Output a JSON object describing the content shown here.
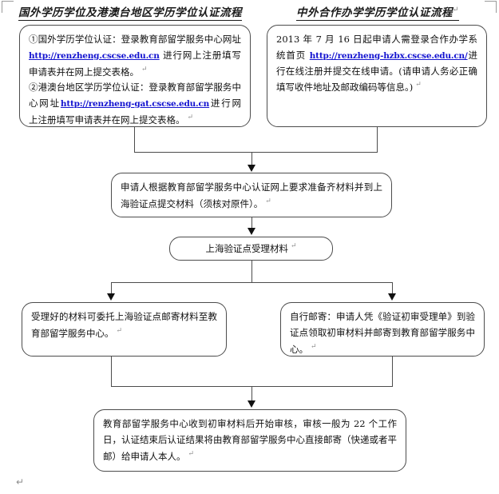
{
  "page": {
    "marks": {
      "pilcrow": "↵"
    }
  },
  "titles": {
    "left": "国外学历学位及港澳台地区学历学位认证流程",
    "right": "中外合作办学学历学位认证流程",
    "right_mark": "↵"
  },
  "nodes": {
    "overseas": {
      "name": "overseas-degree-registration",
      "line1_pre": "①国外学历学位认证：登录教育部留学服务中心网址 ",
      "link1": "http://renzheng.cscse.edu.cn",
      "line1_post": " 进行网上注册填写申请表并在网上提交表格。",
      "line1_mark": "↵",
      "line2_pre": "②港澳台地区学历学位认证：登录教育部留学服务中心网址",
      "link2": "http://renzheng-gat.cscse.edu.cn",
      "line2_post": "进行网上注册填写申请表并在网上提交表格。",
      "line2_mark": "↵"
    },
    "joint": {
      "name": "joint-program-registration",
      "pre": "2013 年 7 月 16 日起申请人需登录合作办学系统首页 ",
      "link": "http://renzheng-hzbx.cscse.edu.cn/",
      "post": "进行在线注册并提交在线申请。(请申请人务必正确填写收件地址及邮政编码等信息。)",
      "mark": "↵"
    },
    "prepare": {
      "name": "prepare-materials",
      "text": "申请人根据教育部留学服务中心认证网上要求准备齐材料并到上海验证点提交材料（须核对原件）。",
      "mark": "↵"
    },
    "accept": {
      "name": "shanghai-verification-accepts",
      "text": "上海验证点受理材料",
      "mark": "↵"
    },
    "mail_agent": {
      "name": "entrust-mailing",
      "text": "受理好的材料可委托上海验证点邮寄材料至教育部留学服务中心。",
      "mark": "↵"
    },
    "mail_self": {
      "name": "self-mailing",
      "text": "自行邮寄：申请人凭《验证初审受理单》到验证点领取初审材料并邮寄到教育部留学服务中心。",
      "mark": "↵"
    },
    "review": {
      "name": "review-and-return",
      "text": "教育部留学服务中心收到初审材料后开始审核，审核一般为 22 个工作日，认证结束后认证结果将由教育部留学服务中心直接邮寄（快递或者平邮）给申请人本人。",
      "mark": "↵"
    }
  }
}
